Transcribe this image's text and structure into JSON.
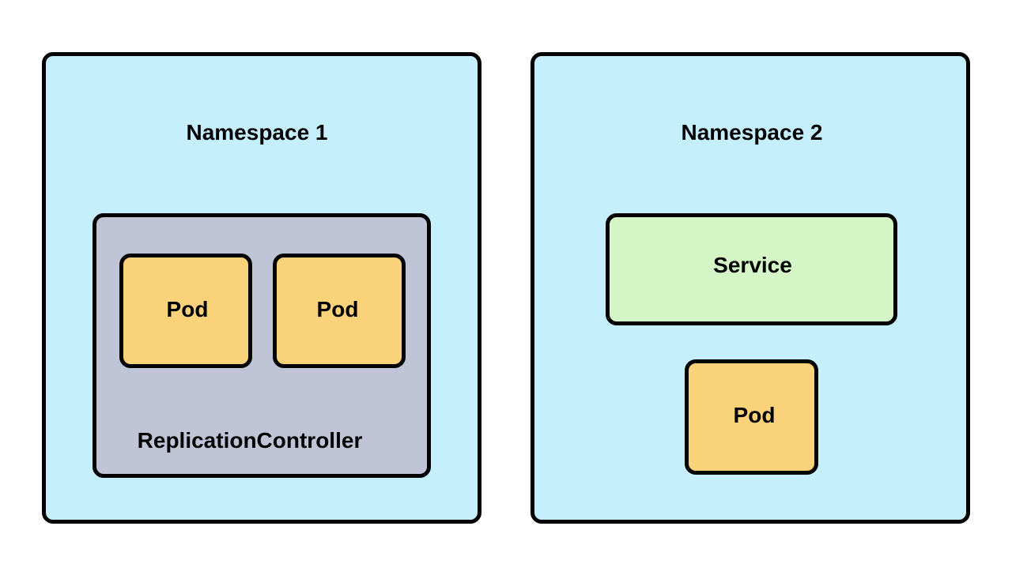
{
  "colors": {
    "namespace": "#c6effe",
    "replication_controller": "#bfc5d7",
    "pod": "#f9d27a",
    "service": "#d4f5c5",
    "border": "#000000"
  },
  "namespace1": {
    "label": "Namespace 1",
    "replication_controller": {
      "label": "ReplicationController",
      "pods": [
        "Pod",
        "Pod"
      ]
    }
  },
  "namespace2": {
    "label": "Namespace 2",
    "service": {
      "label": "Service"
    },
    "pod": {
      "label": "Pod"
    }
  }
}
